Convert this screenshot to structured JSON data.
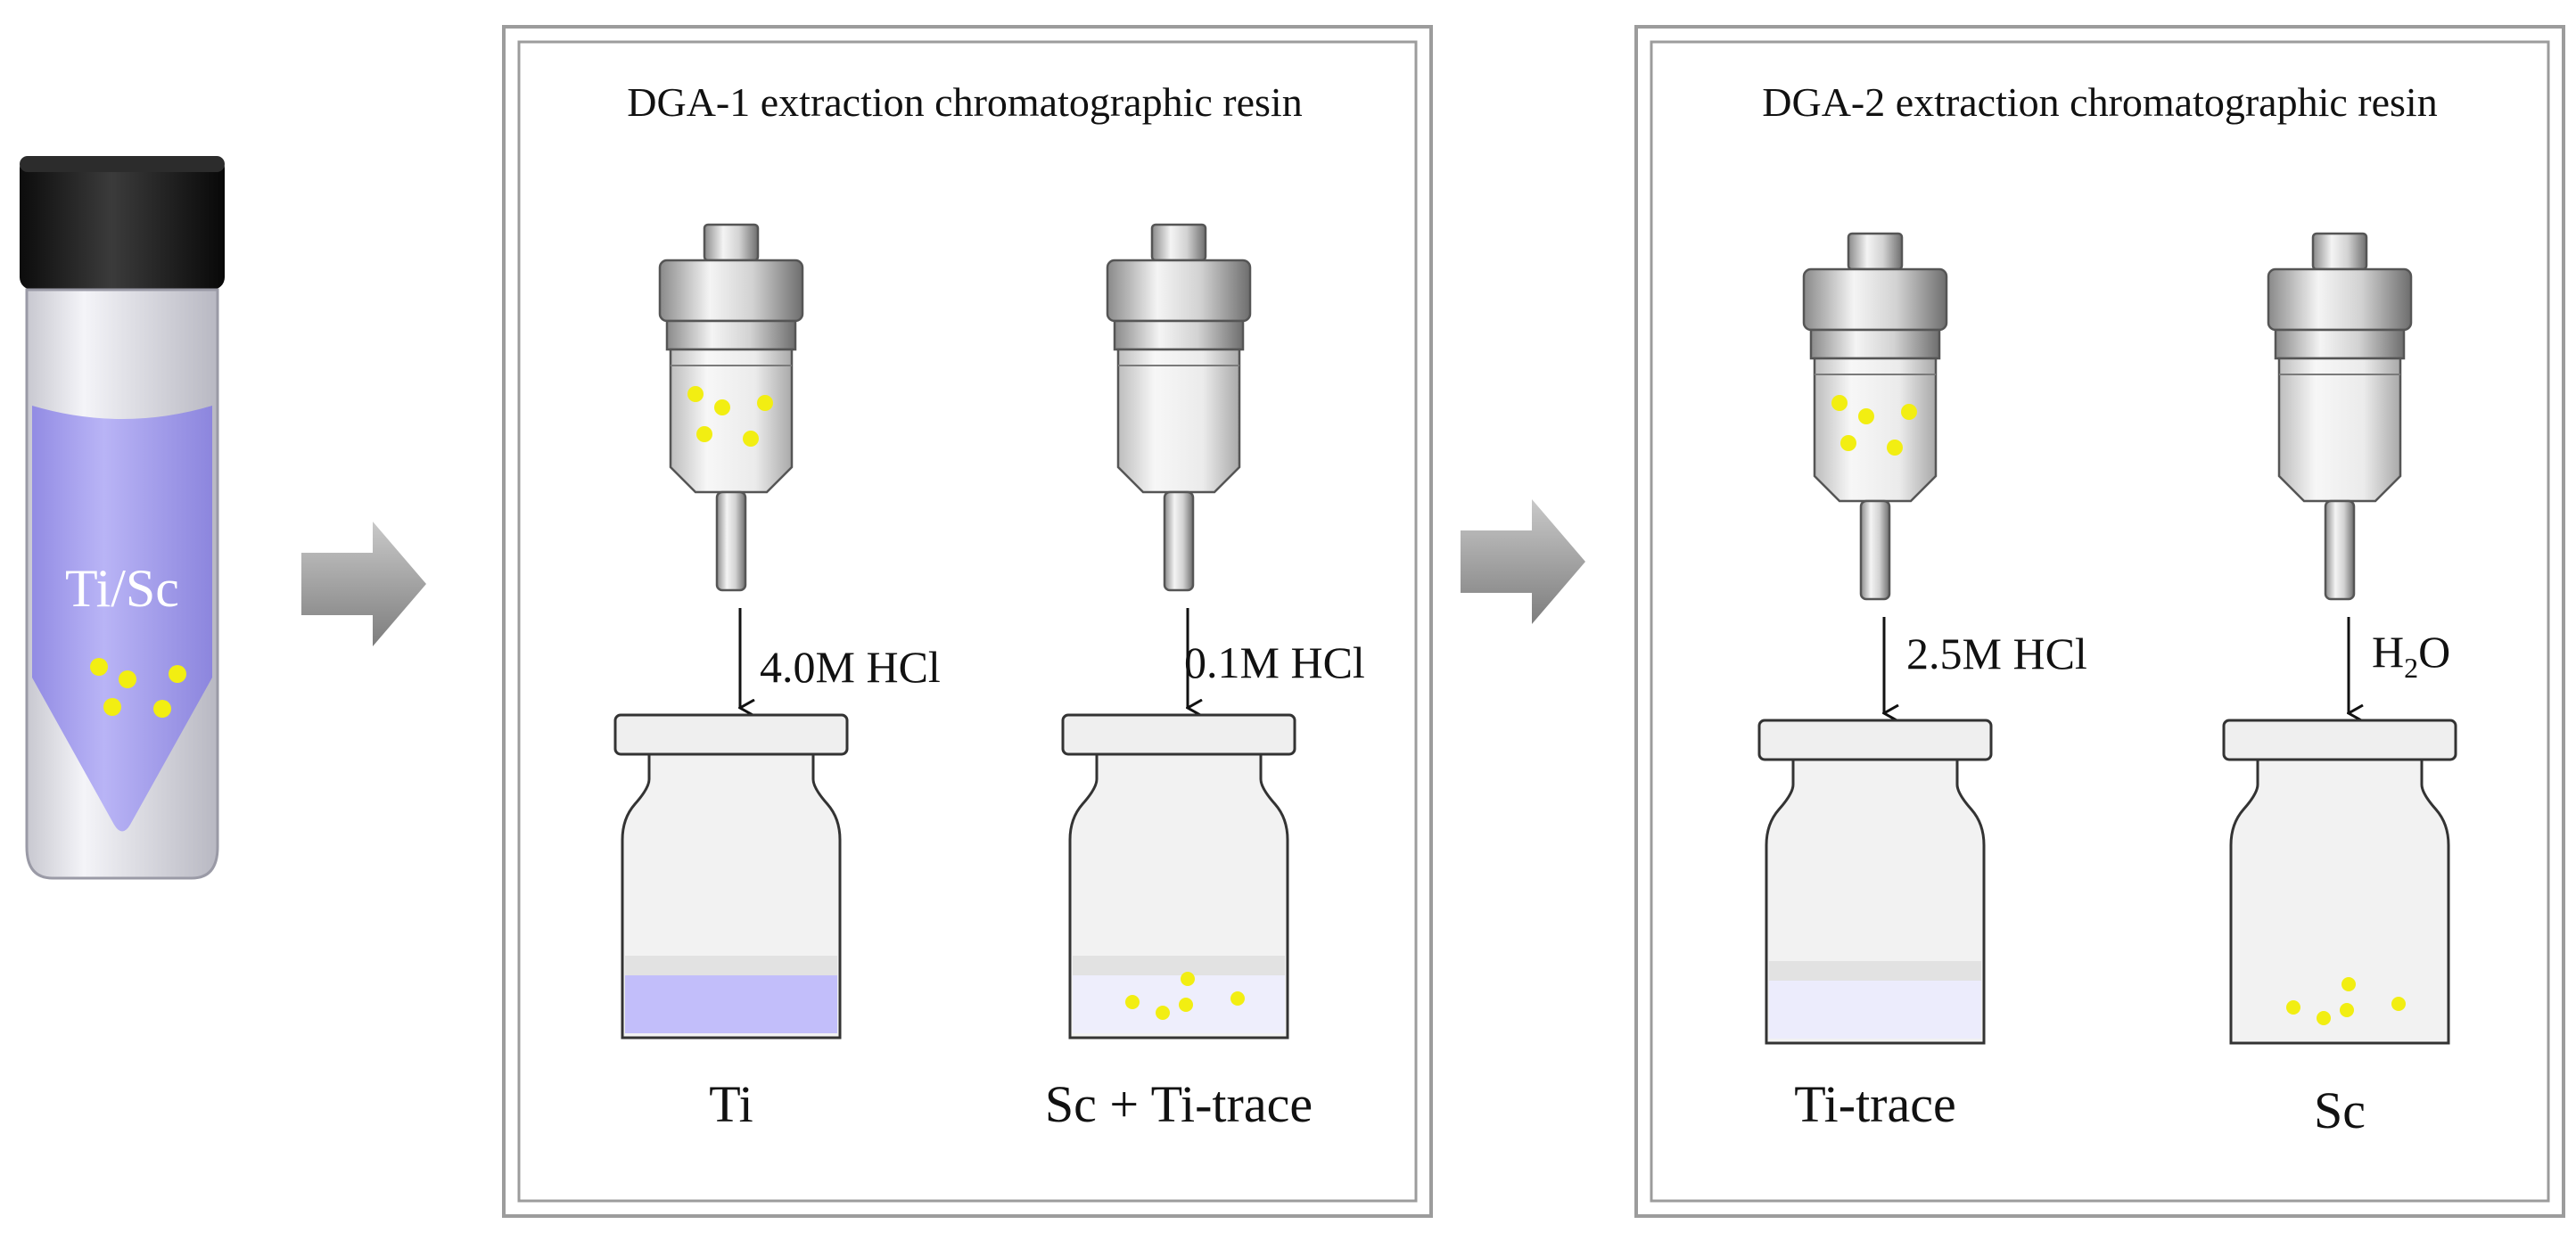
{
  "source_vial": {
    "label": "Ti/Sc",
    "liquid_color": "#a9a3f0",
    "cap_color": "#1c1c1c",
    "particle_color": "#f2ee12"
  },
  "arrow_color": "#a8a8a8",
  "panels": [
    {
      "title": "DGA-1 extraction chromatographic resin",
      "columns": [
        {
          "id": "col-1",
          "eluent": {
            "base": "4.0M HCl",
            "sub": ""
          },
          "column_has_particles": true,
          "fraction_label": "Ti",
          "fraction_liquid_color": "#c2befa",
          "fraction_has_particles": false
        },
        {
          "id": "col-2",
          "eluent": {
            "base": "0.1M HCl",
            "sub": ""
          },
          "column_has_particles": false,
          "fraction_label": "Sc + Ti-trace",
          "fraction_liquid_color": "#eeeefc",
          "fraction_has_particles": true
        }
      ]
    },
    {
      "title": "DGA-2 extraction chromatographic resin",
      "columns": [
        {
          "id": "col-3",
          "eluent": {
            "base": "2.5M HCl",
            "sub": ""
          },
          "column_has_particles": true,
          "fraction_label": "Ti-trace",
          "fraction_liquid_color": "#ececfc",
          "fraction_has_particles": false
        },
        {
          "id": "col-4",
          "eluent": {
            "base": "H",
            "sub": "2",
            "tail": "O"
          },
          "column_has_particles": false,
          "fraction_label": "Sc",
          "fraction_liquid_color": "",
          "fraction_has_particles": true
        }
      ]
    }
  ]
}
